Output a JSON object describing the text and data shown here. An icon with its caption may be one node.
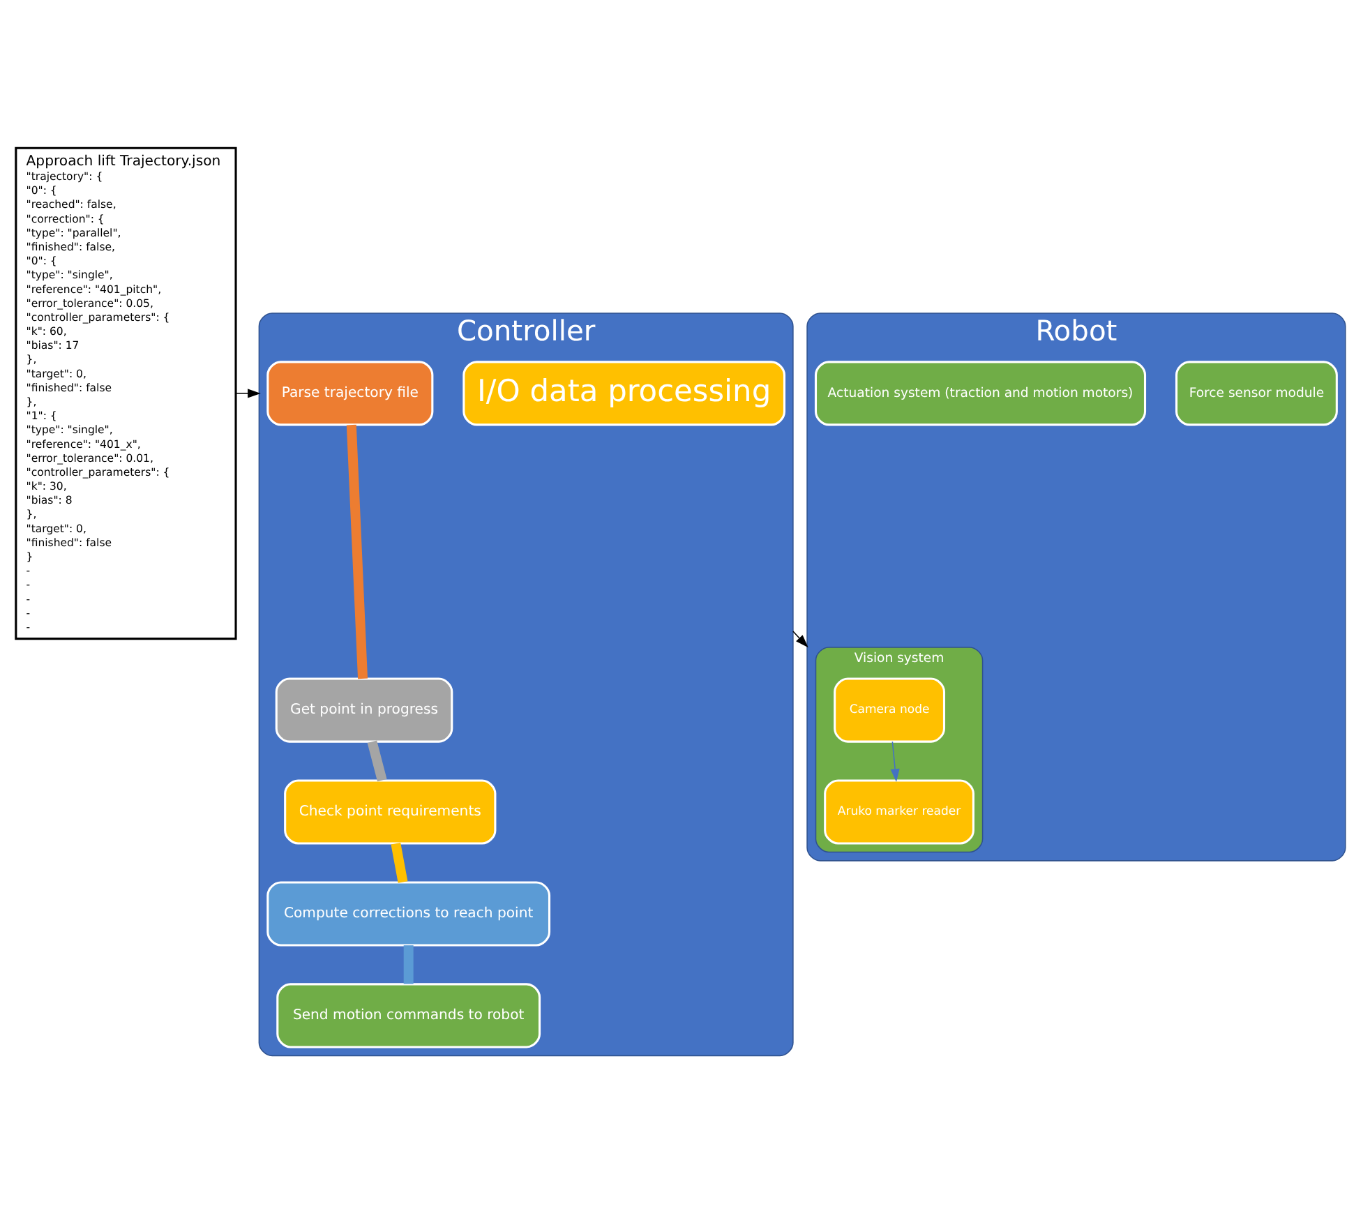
{
  "diagram": {
    "nodes": [
      {
        "text": [
          "Approach lift Trajectory.json",
          "\"trajectory\": {",
          "\"0\": {",
          "\"reached\": false,",
          "\"correction\": {",
          "\"type\": \"parallel\",",
          "\"finished\": false,",
          "\"0\": {",
          "\"type\": \"single\",",
          "\"reference\": \"401_pitch\",",
          "\"error_tolerance\": 0.05,",
          "\"controller_parameters\": {",
          "\"k\": 60,",
          "\"bias\": 17",
          "},",
          "\"target\": 0,",
          "\"finished\": false",
          "},",
          "\"1\": {",
          "\"type\": \"single\",",
          "\"reference\": \"401_x\",",
          "\"error_tolerance\": 0.01,",
          "\"controller_parameters\": {",
          "\"k\": 30,",
          "\"bias\": 8",
          "},",
          "\"target\": 0,",
          "\"finished\": false",
          "}",
          "-",
          "-",
          "-",
          "-",
          "-"
        ]
      },
      {
        "text": [
          "Controller"
        ]
      },
      {
        "text": [
          "Parse trajectory file"
        ],
        "in": 1
      },
      {
        "text": [
          "Get point in progress"
        ],
        "in": 1
      },
      {
        "text": [
          "Send motion commands to robot"
        ],
        "in": 1
      },
      {
        "text": [
          "Check point requirements"
        ],
        "in": 1
      },
      {
        "text": [
          "Compute corrections to reach point"
        ],
        "in": 1
      },
      {
        "text": [
          "I/O data processing"
        ],
        "in": 1
      },
      {
        "text": [
          "Robot"
        ]
      },
      {
        "text": [
          "Vision system"
        ],
        "in": 8
      },
      {
        "text": [
          "Camera node"
        ],
        "in": 9
      },
      {
        "text": [
          "Aruko marker reader"
        ],
        "in": 9
      },
      {
        "text": [
          "Force sensor module"
        ],
        "in": 8
      },
      {
        "text": [
          "Actuation system (traction and motion motors)"
        ],
        "in": 8
      }
    ],
    "edges": [
      {
        "from": 0,
        "to": 1,
        "arrow": "to"
      },
      {
        "from": 2,
        "to": 3,
        "arrow": "none",
        "color": "#ed7d31"
      },
      {
        "from": 3,
        "to": 5,
        "arrow": "none",
        "color": "#a5a5a5"
      },
      {
        "from": 5,
        "to": 6,
        "arrow": "none",
        "color": "#ffc000"
      },
      {
        "from": 6,
        "to": 4,
        "arrow": "none",
        "color": "#5b9bd5"
      },
      {
        "from": 1,
        "to": 8,
        "arrow": "to"
      },
      {
        "from": 10,
        "to": 11,
        "arrow": "to",
        "color": "#4472c4"
      }
    ]
  }
}
